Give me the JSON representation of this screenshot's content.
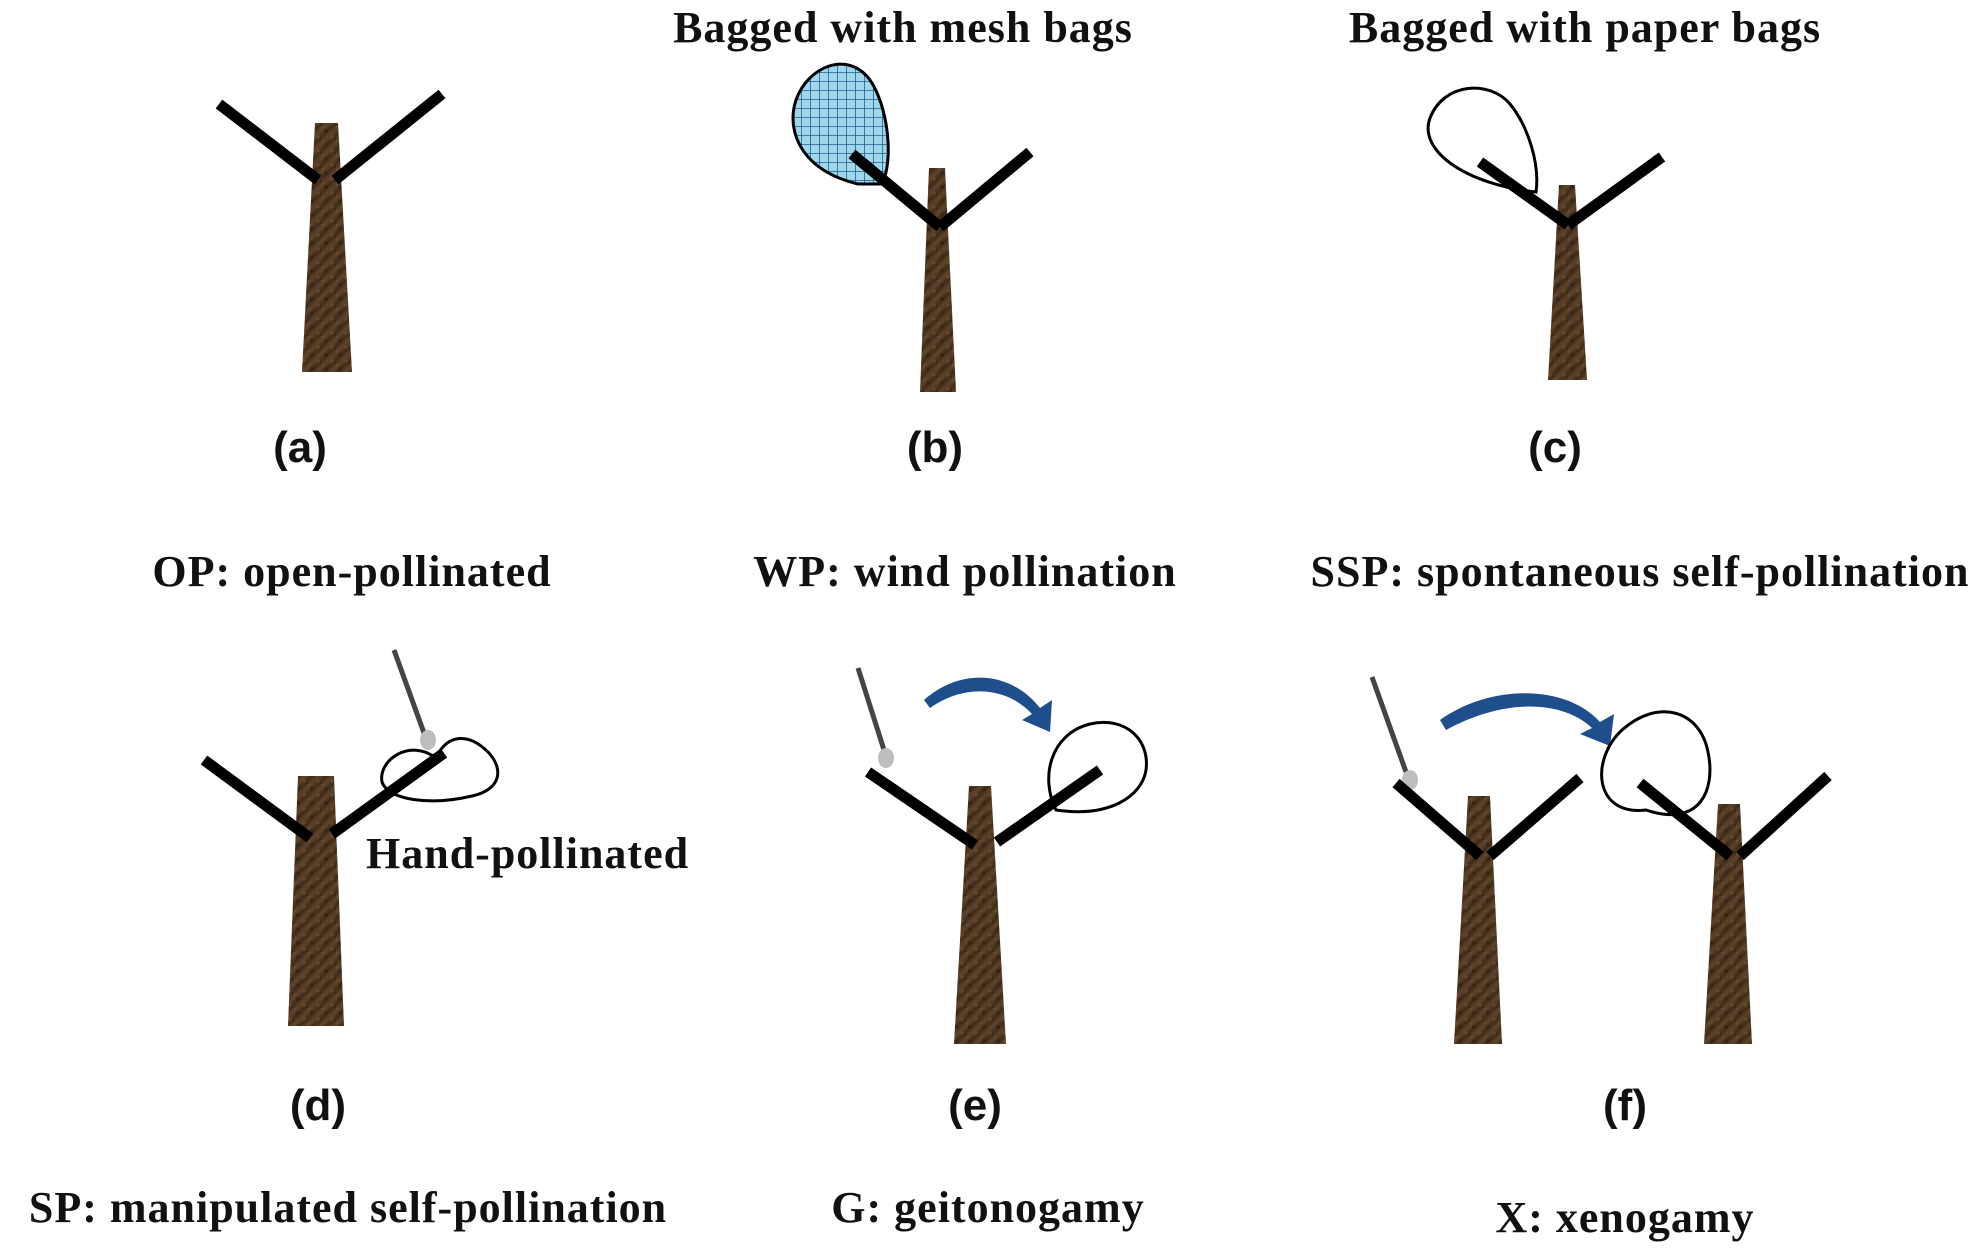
{
  "panels": {
    "a": {
      "letter": "(a)",
      "caption": "OP: open-pollinated"
    },
    "b": {
      "letter": "(b)",
      "caption": "WP: wind pollination",
      "top_label": "Bagged with mesh bags"
    },
    "c": {
      "letter": "(c)",
      "caption": "SSP: spontaneous self-pollination",
      "top_label": "Bagged with paper bags"
    },
    "d": {
      "letter": "(d)",
      "caption": "SP: manipulated  self-pollination",
      "side_label": "Hand-pollinated"
    },
    "e": {
      "letter": "(e)",
      "caption": "G: geitonogamy"
    },
    "f": {
      "letter": "(f)",
      "caption": "X: xenogamy"
    }
  },
  "colors": {
    "trunk": "#4a3320",
    "trunk_light": "#6e5236",
    "branch": "#000000",
    "mesh_fill": "#8fd0e6",
    "mesh_grid": "#2a6fa0",
    "arrow": "#1f4e8c",
    "brush_handle": "#444444",
    "brush_tip": "#bdbdbd"
  }
}
